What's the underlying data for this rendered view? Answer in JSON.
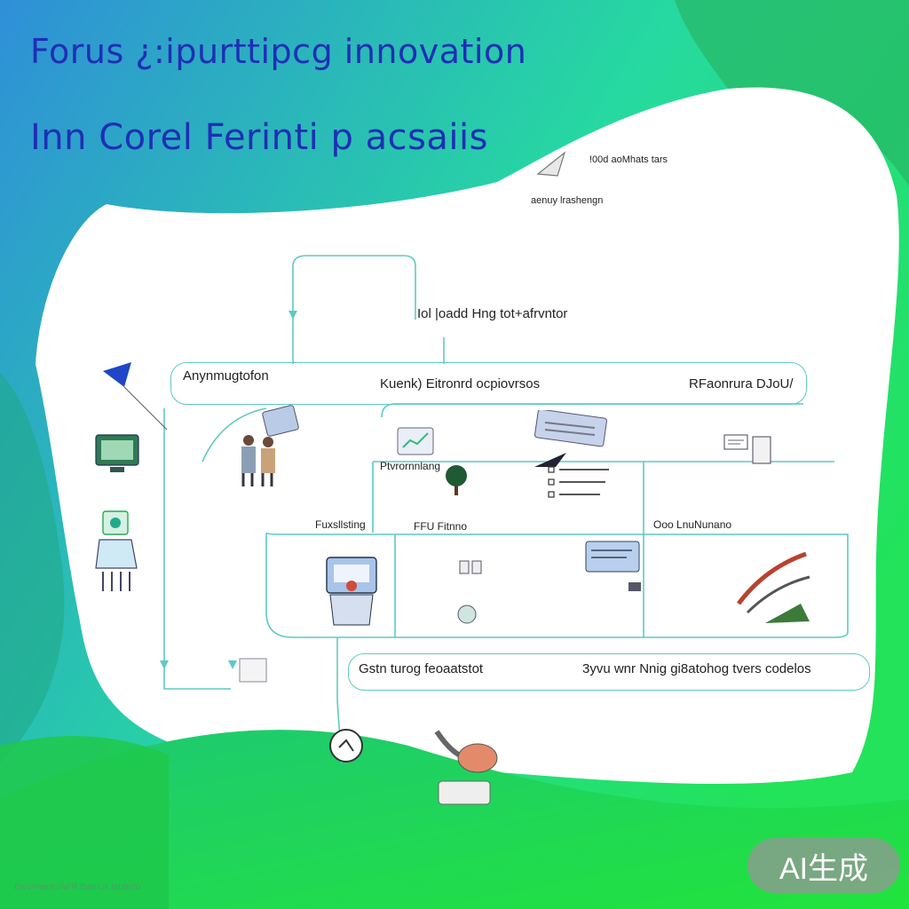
{
  "header": {
    "title_line1": "Forus ¿:ipurttipcg innovation",
    "title_line2": "Inn Corel Ferinti p acsaiis"
  },
  "note": {
    "line1": "!00d aoMhats tars",
    "line2": "aenuy lrashengn"
  },
  "diagram": {
    "top_label": "Iol |oadd Hng tot+afrvntor",
    "section_left": "Anynmugtofon",
    "section_mid": "Kuenk)  Eitronrd ocpiovrsos",
    "section_right": "RFaonrura DJoU/",
    "sub_label_1": "Ptvrornnlang",
    "sub_label_2": "Fuxsllsting",
    "sub_label_3": "FFU Fitnno",
    "sub_label_4": "Ooo LnuNunano",
    "bottom_left": "Gstn turog feoaatstot",
    "bottom_right": "3yvu wnr Nnig gi8atohog tvers codelos"
  },
  "badge": {
    "text": "AI生成"
  },
  "footer": {
    "text": "Bwonnersu/iw'R Bwinus taubeto"
  },
  "colors": {
    "title": "#1f2fb5",
    "connector": "#5fc9c4",
    "background_green": "#22e35a",
    "background_blue": "#2f8fd8"
  }
}
